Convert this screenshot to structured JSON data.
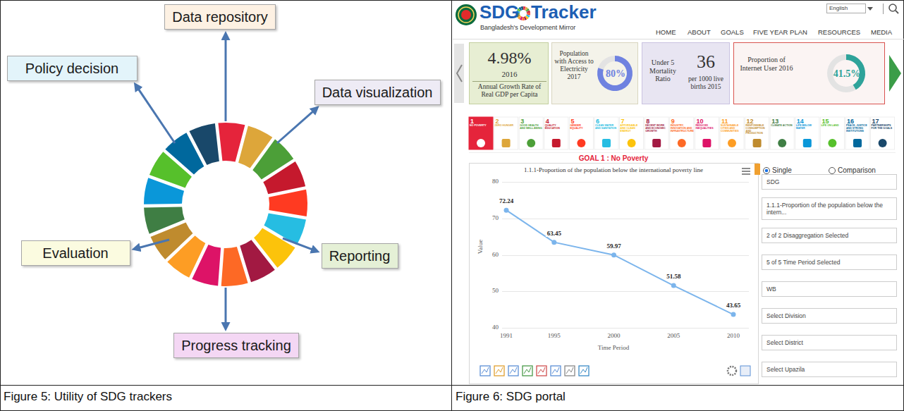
{
  "diagram": {
    "nodes": [
      {
        "text": [
          "Data repository"
        ]
      },
      {
        "text": [
          "Policy decision"
        ]
      },
      {
        "text": [
          "Data visualization"
        ]
      },
      {
        "text": [
          "Evaluation"
        ]
      },
      {
        "text": [
          "Reporting"
        ]
      },
      {
        "text": [
          "Progress tracking"
        ]
      },
      {
        "text": [
          "English"
        ]
      },
      {
        "text": [
          "4.98%",
          "2016",
          "Annual Growth Rate of Real GDP per Capita"
        ]
      },
      {
        "text": [
          "Population with Access to Electricity 2017",
          "80%"
        ]
      },
      {
        "text": [
          "Under 5 Mortality Ratio",
          "36",
          "per 1000 live births 2015"
        ]
      },
      {
        "text": [
          "Proportion of Internet User 2016",
          "41.5%"
        ]
      },
      {
        "text": [
          "SDG"
        ]
      },
      {
        "text": [
          "1.1.1-Proportion of the population below the intern..."
        ]
      },
      {
        "text": [
          "2 of 2 Disaggregation Selected"
        ]
      },
      {
        "text": [
          "5 of 5 Time Period Selected"
        ]
      },
      {
        "text": [
          "WB"
        ]
      },
      {
        "text": [
          "Select Division"
        ]
      },
      {
        "text": [
          "Select District"
        ]
      },
      {
        "text": [
          "Select Upazila"
        ]
      }
    ],
    "labels": [
      "SDG",
      "Tracker",
      "Bangladesh's Development Mirror",
      "HOME",
      "ABOUT",
      "GOALS",
      "FIVE YEAR PLAN",
      "RESOURCES",
      "MEDIA",
      "1",
      "NO POVERTY",
      "2",
      "ZERO HUNGER",
      "3",
      "GOOD HEALTH AND WELL-BEING",
      "4",
      "QUALITY EDUCATION",
      "5",
      "GENDER EQUALITY",
      "6",
      "CLEAN WATER AND SANITATION",
      "7",
      "AFFORDABLE AND CLEAN ENERGY",
      "8",
      "DECENT WORK AND ECONOMIC GROWTH",
      "9",
      "INDUSTRY, INNOVATION AND INFRASTRUCTURE",
      "10",
      "REDUCED INEQUALITIES",
      "11",
      "SUSTAINABLE CITIES AND COMMUNITIES",
      "12",
      "RESPONSIBLE CONSUMPTION AND PRODUCTION",
      "13",
      "CLIMATE ACTION",
      "14",
      "LIFE BELOW WATER",
      "15",
      "LIFE ON LAND",
      "16",
      "PEACE, JUSTICE AND STRONG INSTITUTIONS",
      "17",
      "PARTNERSHIPS FOR THE GOALS",
      "GOAL 1 : No Poverty",
      "1.1.1-Proportion of the population below the international poverty line",
      "80",
      "70",
      "60",
      "50",
      "40",
      "72.24",
      "63.45",
      "59.97",
      "51.58",
      "43.65",
      "1991",
      "1995",
      "2000",
      "2005",
      "2010",
      "Value",
      "Time Period",
      "Single",
      "Comparison",
      "Figure 5: Utility of SDG trackers",
      "Figure 6: SDG portal"
    ]
  }
}
